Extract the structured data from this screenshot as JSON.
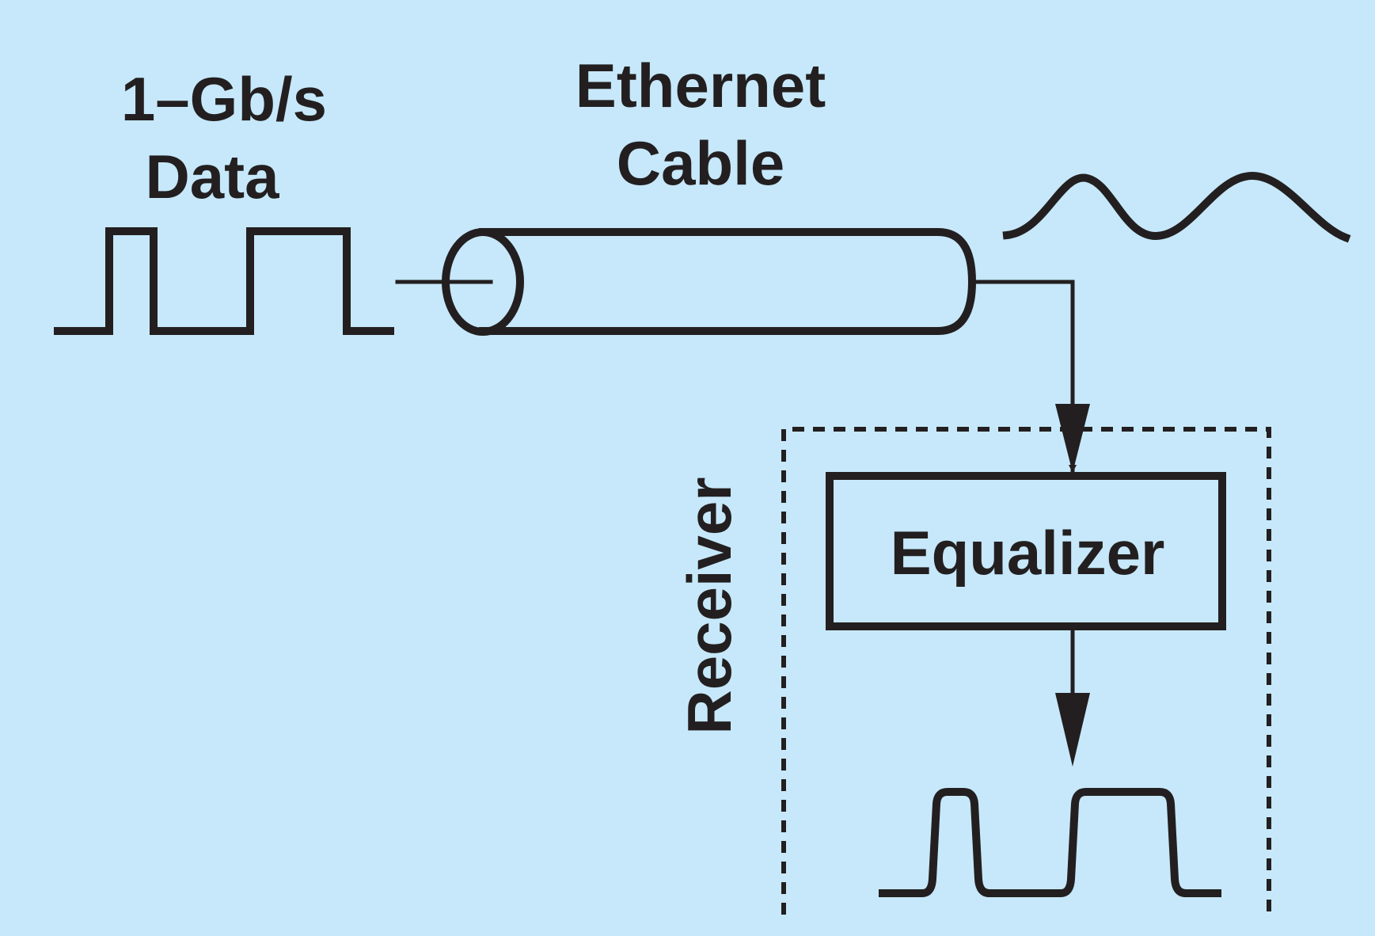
{
  "colors": {
    "background": "#c6e8fa",
    "ink": "#231f20"
  },
  "labels": {
    "input_line1": "1–Gb/s",
    "input_line2": "Data",
    "cable_line1": "Ethernet",
    "cable_line2": "Cable",
    "receiver": "Receiver",
    "equalizer": "Equalizer"
  }
}
